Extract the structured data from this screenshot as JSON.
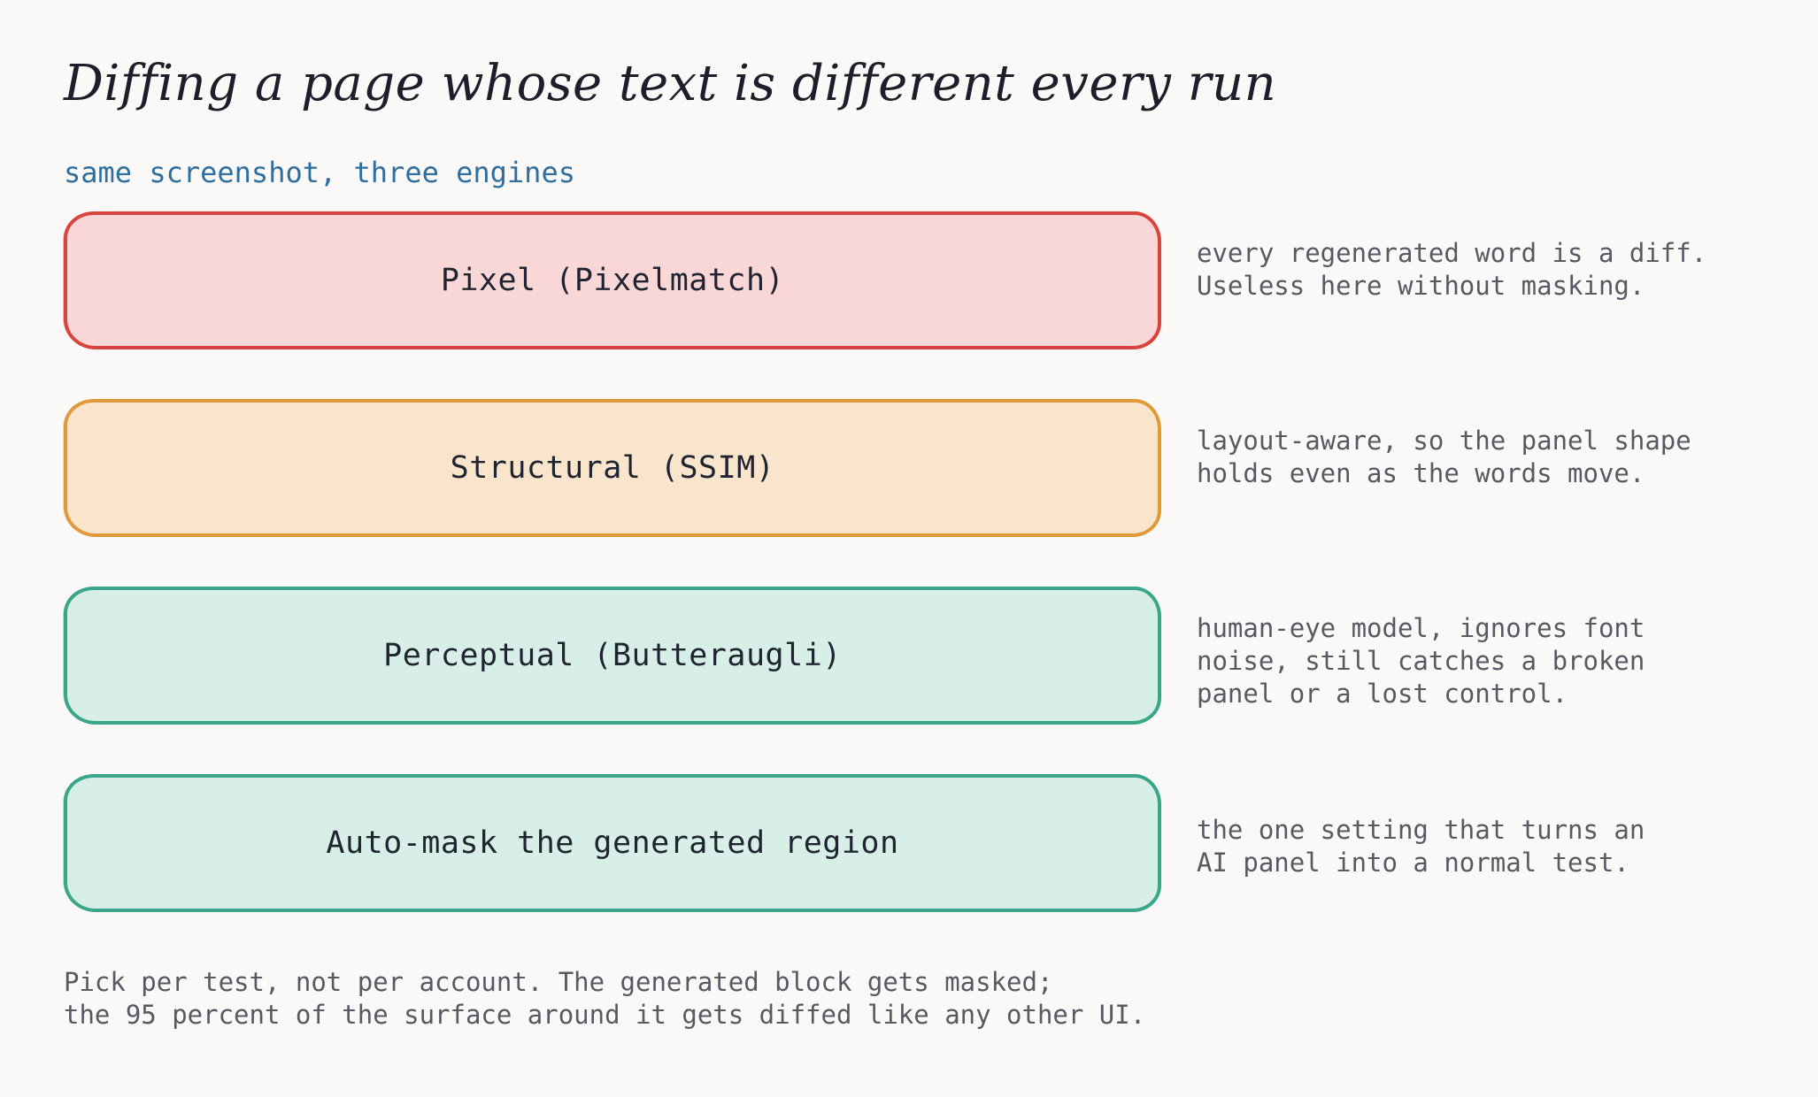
{
  "title": "Diffing a page whose text is different every run",
  "subtitle": "same screenshot, three engines",
  "rows": [
    {
      "label": "Pixel (Pixelmatch)",
      "note_lines": [
        "every regenerated word is a diff.",
        "Useless here without masking."
      ],
      "fill": "#f9d7d6",
      "stroke": "#d9443c"
    },
    {
      "label": "Structural (SSIM)",
      "note_lines": [
        "layout-aware, so the panel shape",
        "holds even as the words move."
      ],
      "fill": "#f8e5cc",
      "stroke": "#e09a3a"
    },
    {
      "label": "Perceptual (Butteraugli)",
      "note_lines": [
        "human-eye model, ignores font",
        "noise, still catches a broken",
        "panel or a lost control."
      ],
      "fill": "#d7efe7",
      "stroke": "#3aa68a"
    },
    {
      "label": "Auto-mask the generated region",
      "note_lines": [
        "the one setting that turns an",
        "AI panel into a normal test."
      ],
      "fill": "#d7efe7",
      "stroke": "#3aa68a"
    }
  ],
  "footer_lines": [
    "Pick per test, not per account. The generated block gets masked;",
    "the 95 percent of the surface around it gets diffed like any other UI."
  ]
}
